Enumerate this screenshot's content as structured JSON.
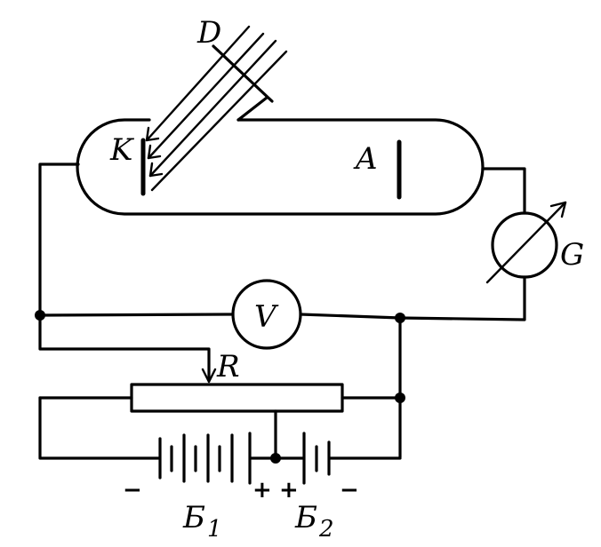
{
  "labels": {
    "diaphragm": "D",
    "cathode": "K",
    "anode": "A",
    "galvanometer": "G",
    "voltmeter": "V",
    "rheostat": "R",
    "battery1": "Б",
    "battery1_sub": "1",
    "battery2": "Б",
    "battery2_sub": "2",
    "minus": "−",
    "plus": "+"
  }
}
